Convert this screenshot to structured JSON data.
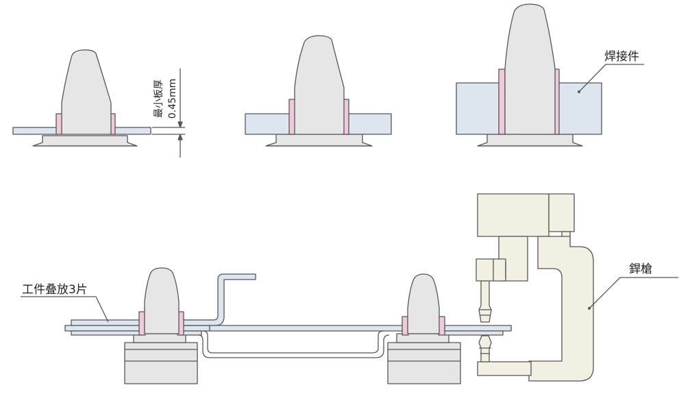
{
  "labels": {
    "min_plate": "最小板厚",
    "min_plate_value": "0.45mm",
    "workpiece": "焊接件",
    "stack": "工件叠放3片",
    "weld_gun": "銲槍"
  },
  "colors": {
    "line": "#555555",
    "stud_fill": "#e6e6e6",
    "plate_fill": "#dde6ee",
    "collar_fill": "#f0c9da",
    "gun_fill": "#f1f0e2",
    "text": "#222222"
  }
}
